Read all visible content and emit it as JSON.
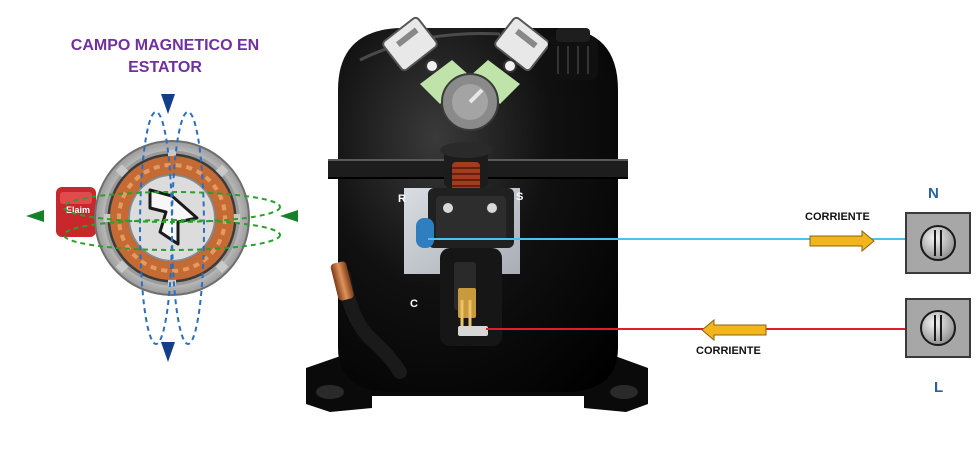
{
  "stator": {
    "title_line1": "CAMPO MAGNETICO EN",
    "title_line2": "ESTATOR",
    "badge": "Elaim"
  },
  "compressor": {
    "terminal_r": "R",
    "terminal_s": "S",
    "terminal_c": "C"
  },
  "supply": {
    "neutral_label": "N",
    "line_label": "L",
    "current_in_label": "CORRIENTE",
    "current_out_label": "CORRIENTE"
  },
  "colors": {
    "title": "#7030a0",
    "wire_neutral": "#4dc3e8",
    "wire_line": "#e02020",
    "current_arrow": "#f2b51c",
    "field_vertical": "#2a6fc0",
    "field_horizontal": "#2aa02a",
    "terminal_letter": "#2a60a8",
    "copper": "#c8703a"
  }
}
